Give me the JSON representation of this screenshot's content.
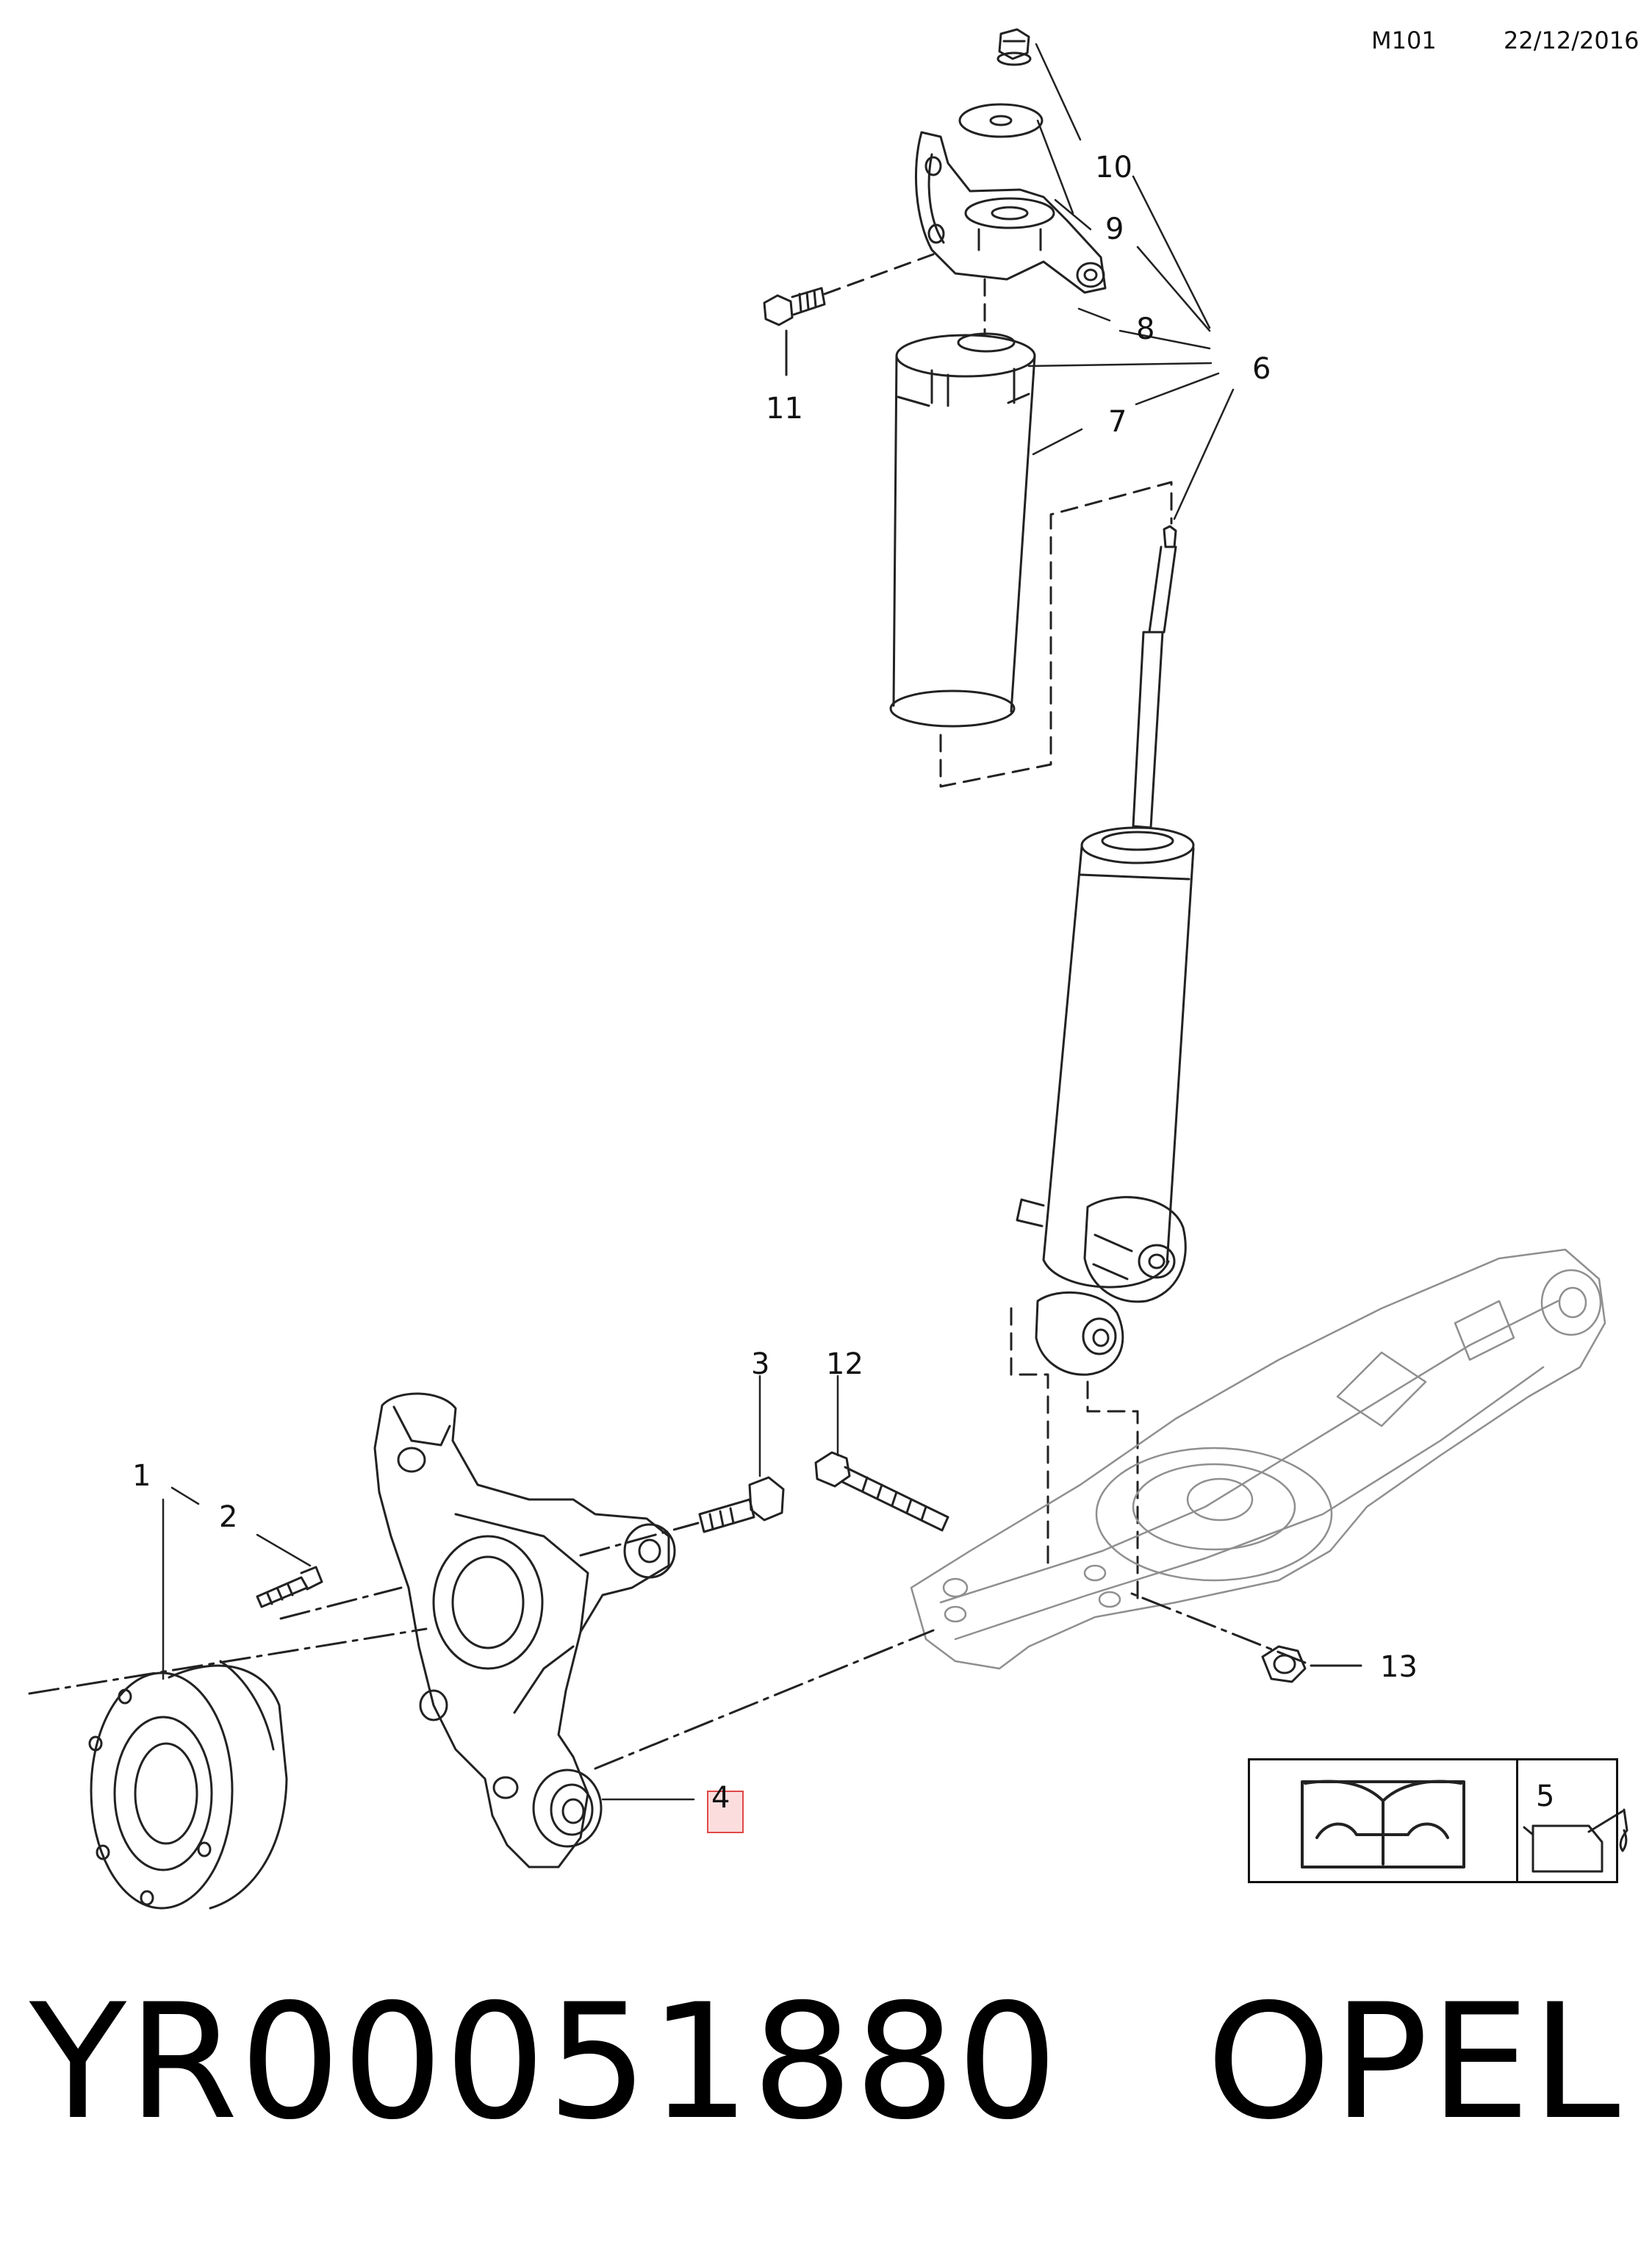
{
  "header": {
    "code": "M101",
    "date": "22/12/2016"
  },
  "callouts": {
    "c1": "1",
    "c2": "2",
    "c3": "3",
    "c4": "4",
    "c5": "5",
    "c6": "6",
    "c7": "7",
    "c8": "8",
    "c9": "9",
    "c10": "10",
    "c11": "11",
    "c12": "12",
    "c13": "13"
  },
  "footer": {
    "part_number": "YR00051880",
    "brand": "OPEL"
  },
  "legend": {
    "manual_icon": "manual-wrench-icon",
    "oil_icon": "oil-can-icon"
  },
  "colors": {
    "line": "#222222",
    "highlight": "#e04848",
    "ghost": "#9a9a9a"
  }
}
